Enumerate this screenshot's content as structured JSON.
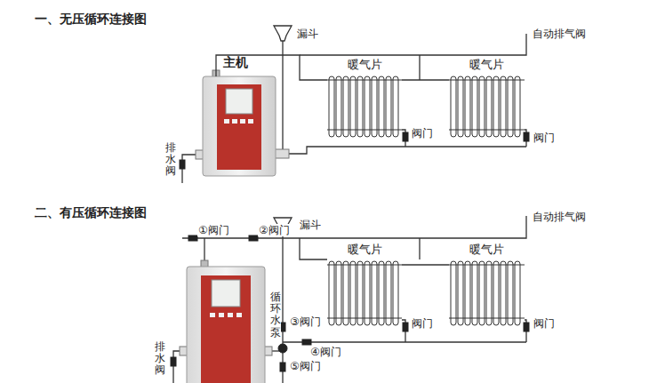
{
  "diagram": {
    "nodes": [
      {
        "text": [
          "主机"
        ]
      },
      {
        "text": [
          "暖气片"
        ]
      },
      {
        "text": [
          "暖气片"
        ]
      },
      {
        "text": [
          "暖气片"
        ]
      },
      {
        "text": [
          "暖气片"
        ]
      }
    ],
    "edges": [
      {
        "from": 0,
        "to": 1,
        "arrow": "none"
      },
      {
        "from": 1,
        "to": 2,
        "arrow": "none"
      },
      {
        "from": 3,
        "to": 4,
        "arrow": "none"
      }
    ],
    "labels": [
      "一、无压循环连接图",
      "漏斗",
      "自动排气阀",
      "阀门",
      "阀门",
      "排水阀",
      "二、有压循环连接图",
      "①阀门",
      "②阀门",
      "漏斗",
      "自动排气阀",
      "阀门",
      "阀门",
      "循环水泵",
      "③阀门",
      "④阀门",
      "⑤阀门",
      "排水阀"
    ]
  }
}
